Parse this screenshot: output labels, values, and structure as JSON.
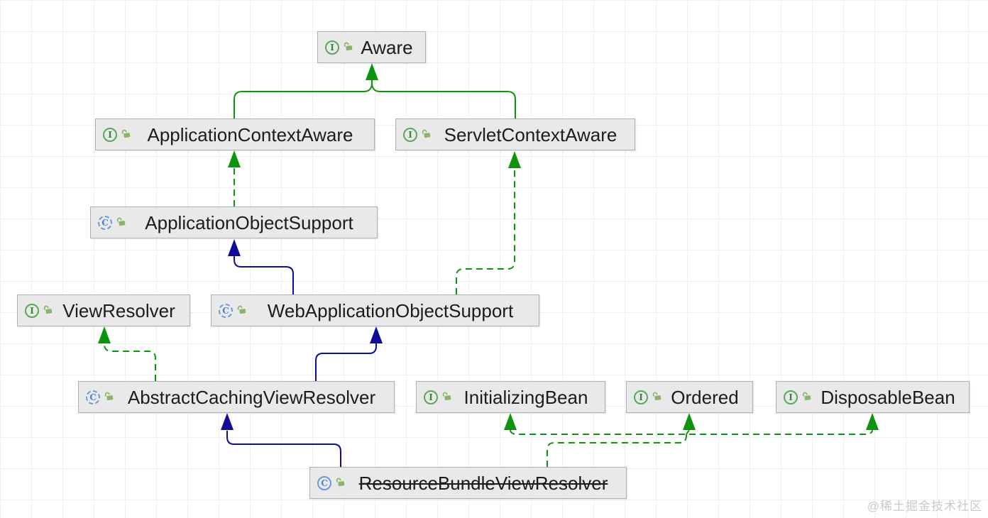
{
  "nodes": [
    {
      "id": "aware",
      "label": "Aware",
      "kind": "interface",
      "deprecated": false
    },
    {
      "id": "application-context-aware",
      "label": "ApplicationContextAware",
      "kind": "interface",
      "deprecated": false
    },
    {
      "id": "servlet-context-aware",
      "label": "ServletContextAware",
      "kind": "interface",
      "deprecated": false
    },
    {
      "id": "application-object-support",
      "label": "ApplicationObjectSupport",
      "kind": "abstract-class",
      "deprecated": false
    },
    {
      "id": "view-resolver",
      "label": "ViewResolver",
      "kind": "interface",
      "deprecated": false
    },
    {
      "id": "web-application-object-support",
      "label": "WebApplicationObjectSupport",
      "kind": "abstract-class",
      "deprecated": false
    },
    {
      "id": "abstract-caching-view-resolver",
      "label": "AbstractCachingViewResolver",
      "kind": "abstract-class",
      "deprecated": false
    },
    {
      "id": "initializing-bean",
      "label": "InitializingBean",
      "kind": "interface",
      "deprecated": false
    },
    {
      "id": "ordered",
      "label": "Ordered",
      "kind": "interface",
      "deprecated": false
    },
    {
      "id": "disposable-bean",
      "label": "DisposableBean",
      "kind": "interface",
      "deprecated": false
    },
    {
      "id": "resource-bundle-view-resolver",
      "label": "ResourceBundleViewResolver",
      "kind": "class",
      "deprecated": true
    }
  ],
  "icons": {
    "interface_letter": "I",
    "class_letter": "C",
    "modifier_icon": "public-lock-icon"
  },
  "edges": [
    {
      "from": "ApplicationContextAware",
      "to": "Aware",
      "type": "interface-extends",
      "style": "solid-green"
    },
    {
      "from": "ServletContextAware",
      "to": "Aware",
      "type": "interface-extends",
      "style": "solid-green"
    },
    {
      "from": "ApplicationObjectSupport",
      "to": "ApplicationContextAware",
      "type": "implements",
      "style": "dashed-green"
    },
    {
      "from": "WebApplicationObjectSupport",
      "to": "ApplicationObjectSupport",
      "type": "extends",
      "style": "solid-navy"
    },
    {
      "from": "WebApplicationObjectSupport",
      "to": "ServletContextAware",
      "type": "implements",
      "style": "dashed-green"
    },
    {
      "from": "AbstractCachingViewResolver",
      "to": "ViewResolver",
      "type": "implements",
      "style": "dashed-green"
    },
    {
      "from": "AbstractCachingViewResolver",
      "to": "WebApplicationObjectSupport",
      "type": "extends",
      "style": "solid-navy"
    },
    {
      "from": "ResourceBundleViewResolver",
      "to": "AbstractCachingViewResolver",
      "type": "extends",
      "style": "solid-navy"
    },
    {
      "from": "ResourceBundleViewResolver",
      "to": "InitializingBean",
      "type": "implements",
      "style": "dashed-green"
    },
    {
      "from": "ResourceBundleViewResolver",
      "to": "Ordered",
      "type": "implements",
      "style": "dashed-green"
    },
    {
      "from": "ResourceBundleViewResolver",
      "to": "DisposableBean",
      "type": "implements",
      "style": "dashed-green"
    }
  ],
  "colors": {
    "extends_edge": "#0e0e96",
    "implements_edge": "#0d930d",
    "node_fill": "#e9e9e9",
    "node_border": "#b0b0b0",
    "interface_icon": "#5aa85a",
    "class_icon": "#6a9be0",
    "lock_icon": "#8ab36b"
  },
  "watermark": {
    "text": "@稀土掘金技术社区"
  }
}
